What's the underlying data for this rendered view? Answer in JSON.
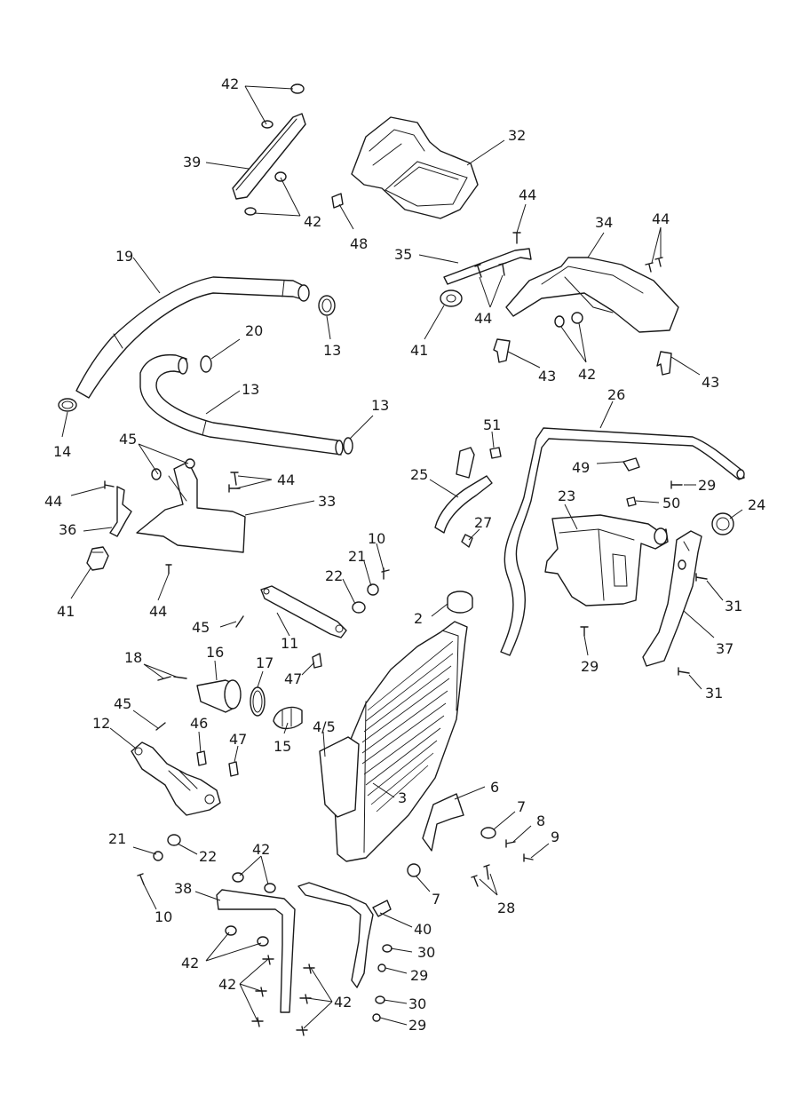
{
  "diagram": {
    "accent": "#1a1a1a",
    "background": "#ffffff",
    "callouts": [
      {
        "id": "c42a",
        "text": "42"
      },
      {
        "id": "c39",
        "text": "39"
      },
      {
        "id": "c42b",
        "text": "42"
      },
      {
        "id": "c48",
        "text": "48"
      },
      {
        "id": "c32",
        "text": "32"
      },
      {
        "id": "c44a",
        "text": "44"
      },
      {
        "id": "c44b",
        "text": "44"
      },
      {
        "id": "c34",
        "text": "34"
      },
      {
        "id": "c35",
        "text": "35"
      },
      {
        "id": "c44c",
        "text": "44"
      },
      {
        "id": "c41a",
        "text": "41"
      },
      {
        "id": "c43a",
        "text": "43"
      },
      {
        "id": "c42c",
        "text": "42"
      },
      {
        "id": "c43b",
        "text": "43"
      },
      {
        "id": "c19",
        "text": "19"
      },
      {
        "id": "c13a",
        "text": "13"
      },
      {
        "id": "c14",
        "text": "14"
      },
      {
        "id": "c20",
        "text": "20"
      },
      {
        "id": "c13b",
        "text": "13"
      },
      {
        "id": "c13c",
        "text": "13"
      },
      {
        "id": "c26",
        "text": "26"
      },
      {
        "id": "c45a",
        "text": "45"
      },
      {
        "id": "c44d",
        "text": "44"
      },
      {
        "id": "c44e",
        "text": "44"
      },
      {
        "id": "c33",
        "text": "33"
      },
      {
        "id": "c36",
        "text": "36"
      },
      {
        "id": "c41b",
        "text": "41"
      },
      {
        "id": "c44f",
        "text": "44"
      },
      {
        "id": "c51",
        "text": "51"
      },
      {
        "id": "c25",
        "text": "25"
      },
      {
        "id": "c27",
        "text": "27"
      },
      {
        "id": "c49",
        "text": "49"
      },
      {
        "id": "c29a",
        "text": "29"
      },
      {
        "id": "c23",
        "text": "23"
      },
      {
        "id": "c50",
        "text": "50"
      },
      {
        "id": "c24",
        "text": "24"
      },
      {
        "id": "c31a",
        "text": "31"
      },
      {
        "id": "c37",
        "text": "37"
      },
      {
        "id": "c29b",
        "text": "29"
      },
      {
        "id": "c31b",
        "text": "31"
      },
      {
        "id": "c10a",
        "text": "10"
      },
      {
        "id": "c21a",
        "text": "21"
      },
      {
        "id": "c22a",
        "text": "22"
      },
      {
        "id": "c2",
        "text": "2"
      },
      {
        "id": "c45b",
        "text": "45"
      },
      {
        "id": "c11",
        "text": "11"
      },
      {
        "id": "c18",
        "text": "18"
      },
      {
        "id": "c16",
        "text": "16"
      },
      {
        "id": "c17",
        "text": "17"
      },
      {
        "id": "c47a",
        "text": "47"
      },
      {
        "id": "c45c",
        "text": "45"
      },
      {
        "id": "c12",
        "text": "12"
      },
      {
        "id": "c46",
        "text": "46"
      },
      {
        "id": "c47b",
        "text": "47"
      },
      {
        "id": "c15",
        "text": "15"
      },
      {
        "id": "c45d",
        "text": "4/5"
      },
      {
        "id": "c3",
        "text": "3"
      },
      {
        "id": "c6",
        "text": "6"
      },
      {
        "id": "c7a",
        "text": "7"
      },
      {
        "id": "c8",
        "text": "8"
      },
      {
        "id": "c9",
        "text": "9"
      },
      {
        "id": "c21b",
        "text": "21"
      },
      {
        "id": "c22b",
        "text": "22"
      },
      {
        "id": "c42d",
        "text": "42"
      },
      {
        "id": "c7b",
        "text": "7"
      },
      {
        "id": "c28",
        "text": "28"
      },
      {
        "id": "c38",
        "text": "38"
      },
      {
        "id": "c10b",
        "text": "10"
      },
      {
        "id": "c40",
        "text": "40"
      },
      {
        "id": "c30a",
        "text": "30"
      },
      {
        "id": "c42e",
        "text": "42"
      },
      {
        "id": "c29c",
        "text": "29"
      },
      {
        "id": "c42f",
        "text": "42"
      },
      {
        "id": "c42g",
        "text": "42"
      },
      {
        "id": "c30b",
        "text": "30"
      },
      {
        "id": "c29d",
        "text": "29"
      }
    ]
  }
}
